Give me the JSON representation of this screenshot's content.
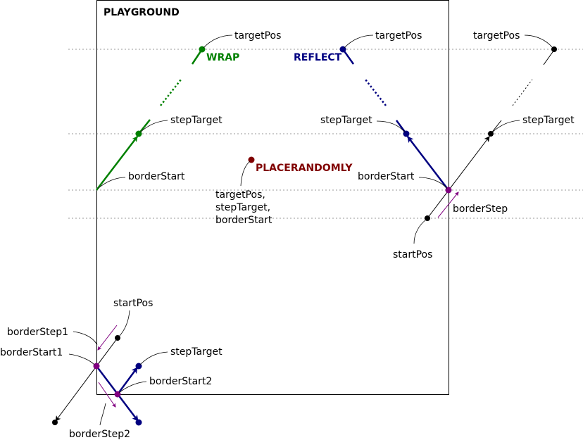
{
  "colors": {
    "wrap": "#008000",
    "reflect": "#000080",
    "random": "#800000",
    "border": "#800080",
    "neutral": "#000000",
    "grid": "#999999"
  },
  "title": "PLAYGROUND",
  "modes": {
    "wrap": "WRAP",
    "reflect": "REFLECT",
    "random": "PLACERANDOMLY"
  },
  "labels": {
    "wrap_target": "targetPos",
    "wrap_step": "stepTarget",
    "wrap_border": "borderStart",
    "reflect_target": "targetPos",
    "reflect_step": "stepTarget",
    "reflect_border": "borderStart",
    "outside_target": "targetPos",
    "outside_step": "stepTarget",
    "border_step": "borderStep",
    "start_pos": "startPos",
    "random_line1": "targetPos,",
    "random_line2": "stepTarget,",
    "random_line3": "borderStart",
    "corner_start": "startPos",
    "corner_border_step1": "borderStep1",
    "corner_border_start1": "borderStart1",
    "corner_step_target": "stepTarget",
    "corner_border_start2": "borderStart2",
    "corner_border_step2": "borderStep2"
  }
}
